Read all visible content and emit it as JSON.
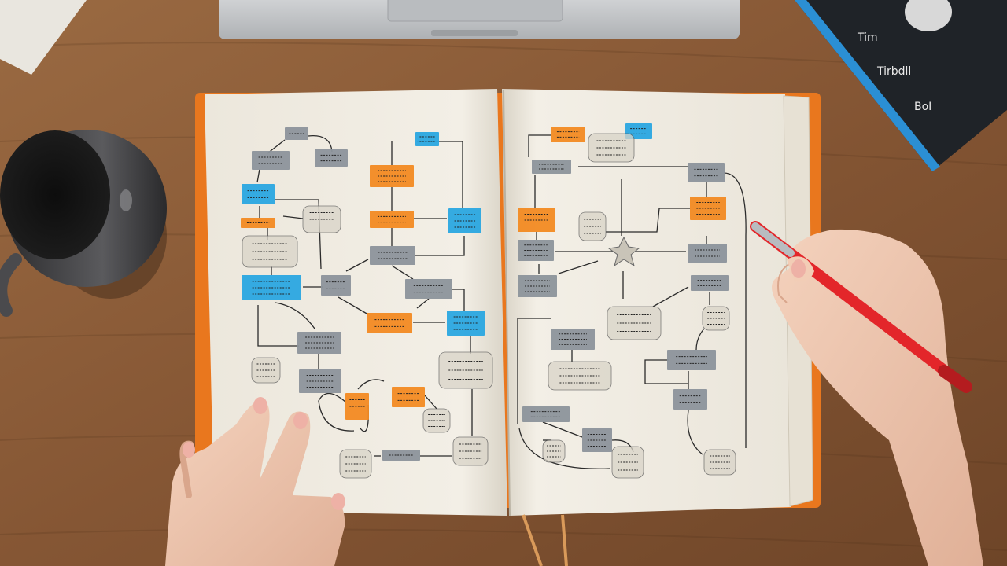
{
  "colors": {
    "desk": "#8a5a35",
    "desk_dark": "#6b4226",
    "paper": "#f1ede3",
    "notebook_cover": "#e9771e",
    "mug": "#3a3a3c",
    "laptop": "#c9cbcd",
    "box_blue": "#2aa7e0",
    "box_orange": "#f28a22",
    "box_gray": "#8c949b",
    "ink": "#2b2b2b",
    "pen_red": "#e3262a",
    "skin": "#f0c9b1",
    "book": "#1f2328",
    "book_edge": "#2b8fd4"
  },
  "book_cover": {
    "line1": "Tim",
    "line2": "Tirbdll",
    "line3": "BoI"
  },
  "left_page": {
    "boxes": [
      {
        "c": "gray"
      },
      {
        "c": "gray"
      },
      {
        "c": "gray"
      },
      {
        "c": "blue"
      },
      {
        "c": "orange"
      },
      {
        "c": "sketch"
      },
      {
        "c": "blue"
      },
      {
        "c": "gray"
      },
      {
        "c": "gray"
      },
      {
        "c": "sketch"
      },
      {
        "c": "gray"
      },
      {
        "c": "sketch"
      },
      {
        "c": "blue"
      },
      {
        "c": "orange"
      },
      {
        "c": "orange"
      },
      {
        "c": "blue"
      },
      {
        "c": "gray"
      },
      {
        "c": "gray"
      },
      {
        "c": "orange"
      },
      {
        "c": "blue"
      },
      {
        "c": "sketch"
      },
      {
        "c": "orange"
      },
      {
        "c": "orange"
      },
      {
        "c": "sketch"
      },
      {
        "c": "sketch"
      },
      {
        "c": "gray"
      },
      {
        "c": "sketch"
      }
    ]
  },
  "right_page": {
    "boxes": [
      {
        "c": "orange"
      },
      {
        "c": "blue"
      },
      {
        "c": "sketch"
      },
      {
        "c": "gray"
      },
      {
        "c": "gray"
      },
      {
        "c": "orange"
      },
      {
        "c": "orange"
      },
      {
        "c": "sketch"
      },
      {
        "c": "gray"
      },
      {
        "c": "gray"
      },
      {
        "c": "gray"
      },
      {
        "c": "gray"
      },
      {
        "c": "sketch"
      },
      {
        "c": "sketch"
      },
      {
        "c": "gray"
      },
      {
        "c": "sketch"
      },
      {
        "c": "gray"
      },
      {
        "c": "gray"
      },
      {
        "c": "gray"
      },
      {
        "c": "sketch"
      },
      {
        "c": "sketch"
      },
      {
        "c": "gray"
      },
      {
        "c": "sketch"
      }
    ]
  }
}
